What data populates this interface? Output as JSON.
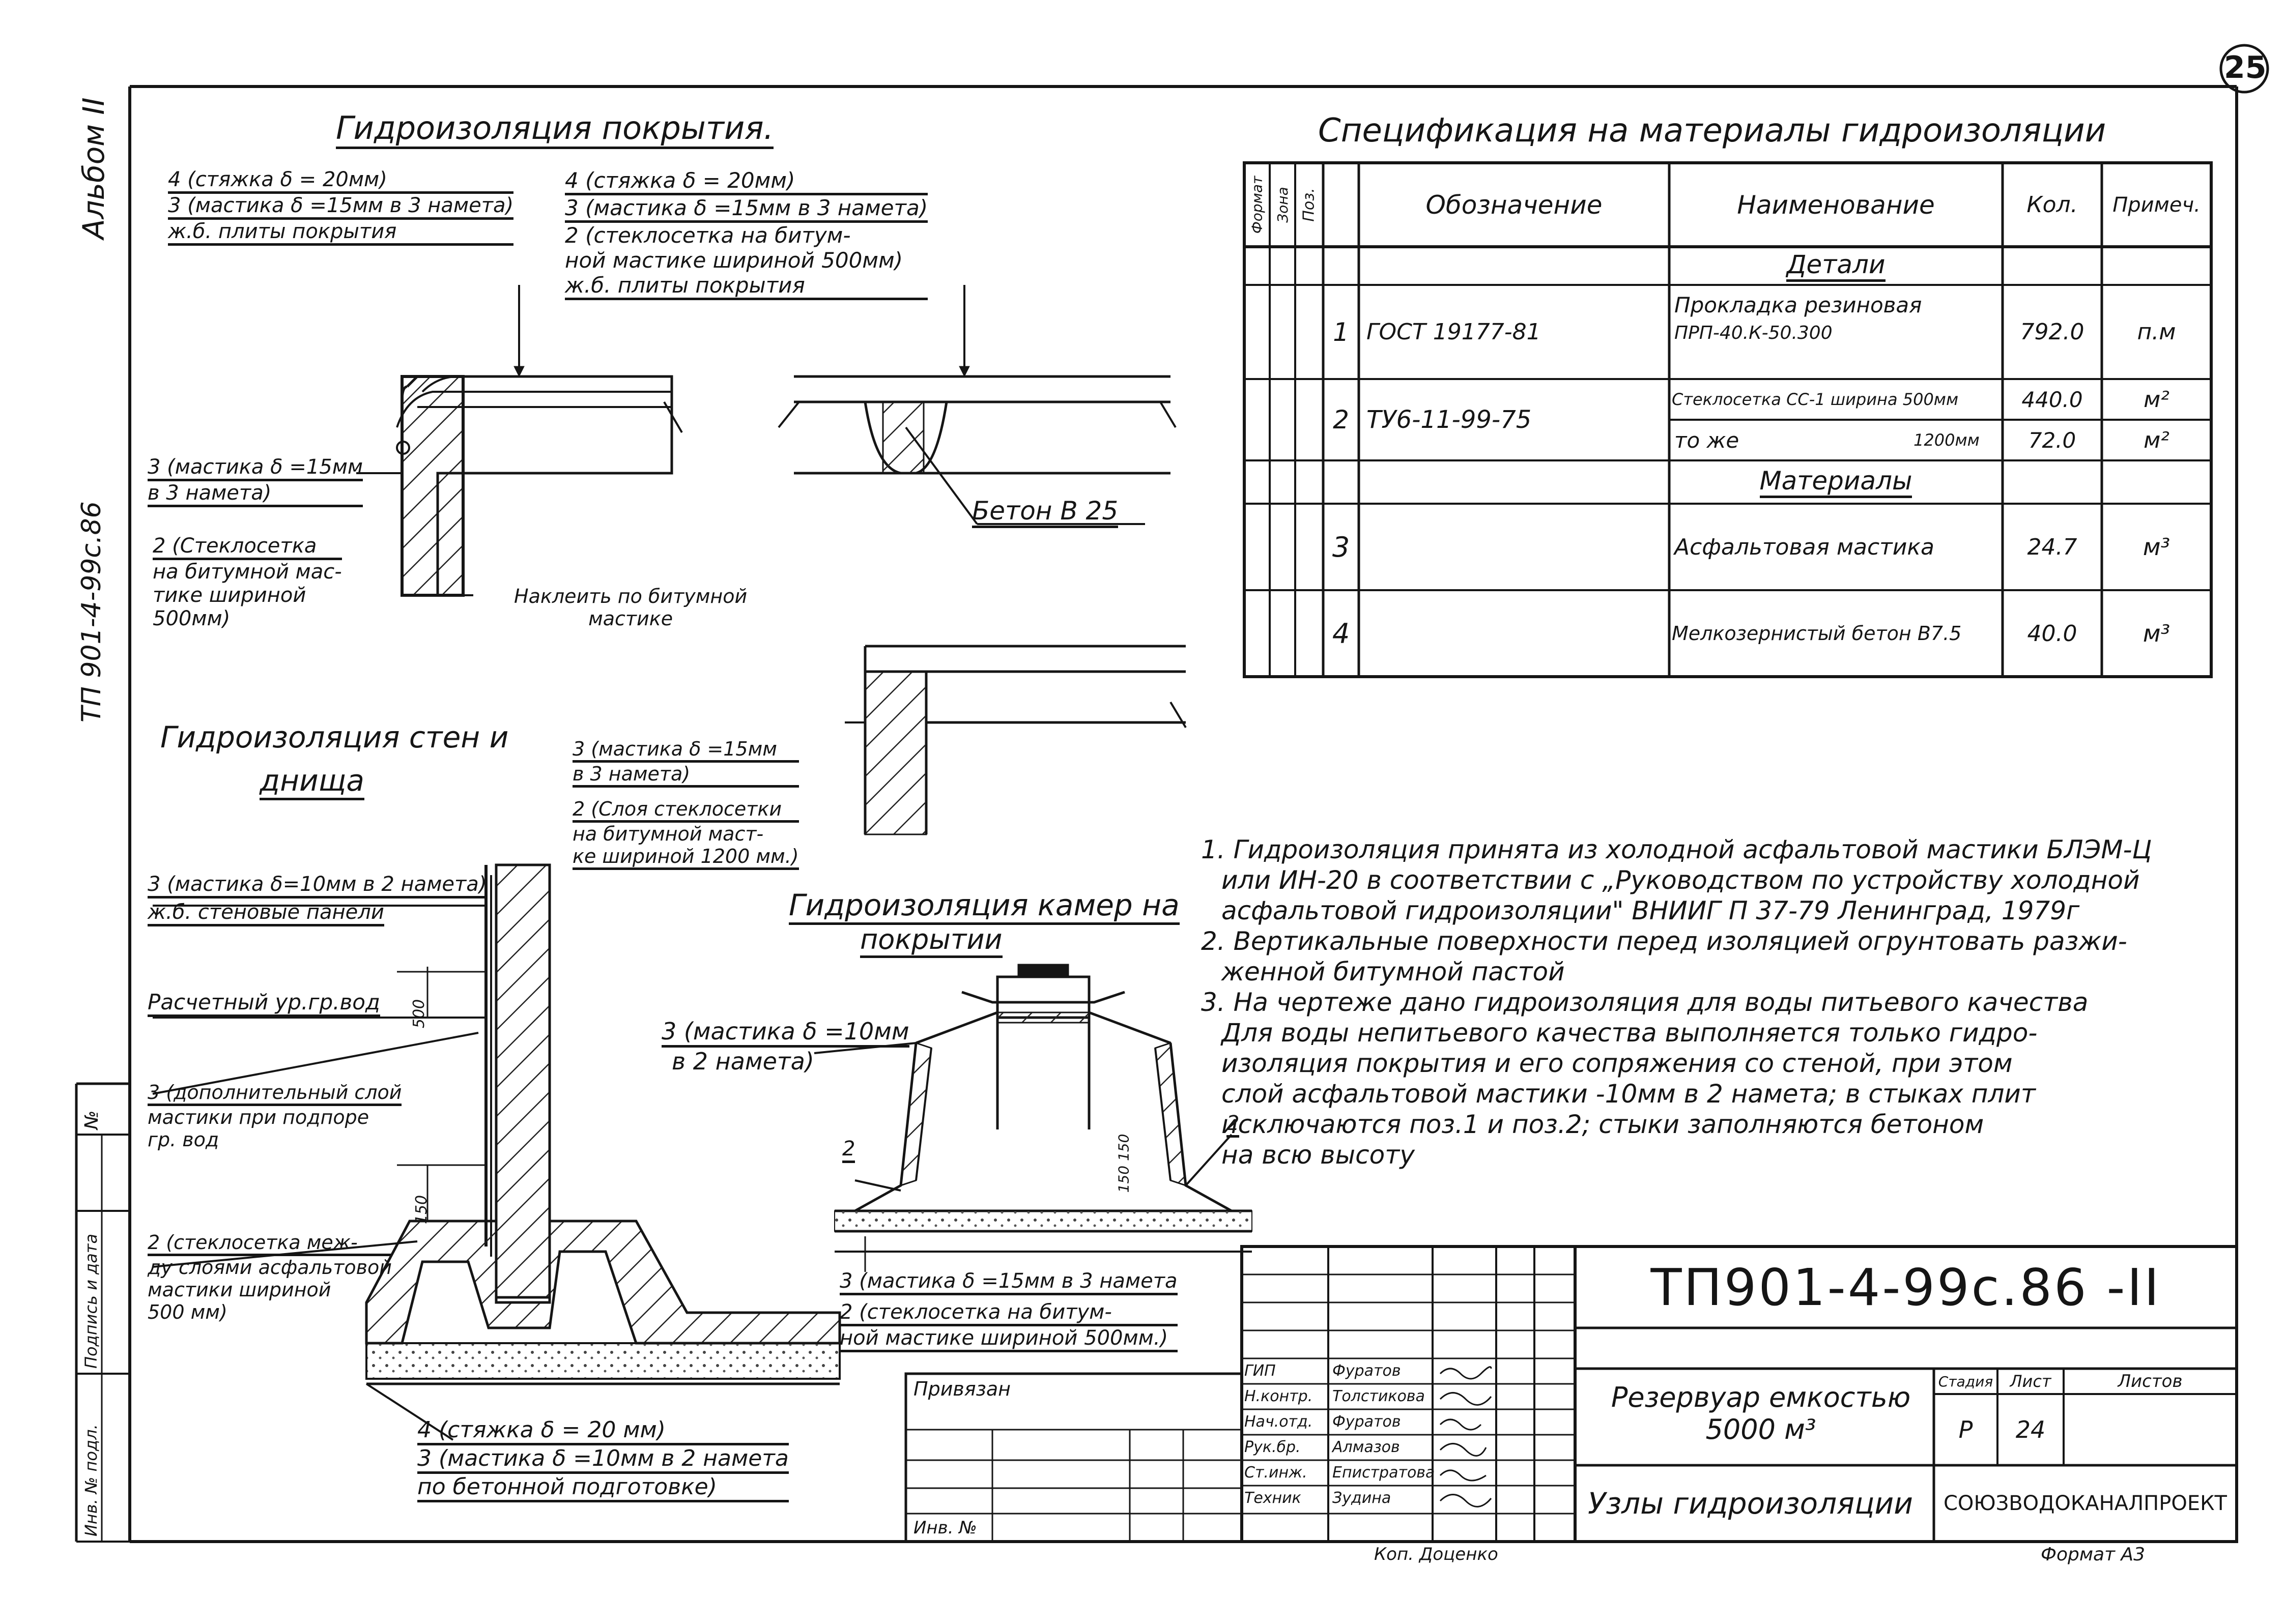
{
  "sheet": {
    "page_number": "25",
    "album": "Альбом II",
    "project_code_side": "ТП 901-4-99с.86",
    "format": "Формат А3",
    "copied_by": "Коп. Доценко"
  },
  "left_strip": {
    "num": "№",
    "sign_date": "Подпись и дата",
    "inv_orig": "Инв. № подл."
  },
  "roof": {
    "title": "Гидроизоляция покрытия.",
    "left_labels": [
      "4 (стяжка δ = 20мм)",
      "3 (мастика δ =15мм в 3 намета)",
      "ж.б. плиты покрытия"
    ],
    "right_labels": [
      "4 (стяжка δ = 20мм)",
      "3 (мастика δ =15мм в 3 намета)",
      "2 (стеклосетка на битум-",
      "ной мастике шириной 500мм)",
      "ж.б. плиты покрытия"
    ],
    "mastic_side": [
      "3 (мастика δ =15мм",
      "в 3 намета)"
    ],
    "mesh_side": [
      "2 (Стеклосетка",
      "на битумной мас-",
      "тике шириной",
      "500мм)"
    ],
    "glue_note": [
      "Наклеить по битумной",
      "мастике"
    ],
    "concrete": "Бетон В 25"
  },
  "walls": {
    "title_line1": "Гидроизоляция стен и",
    "title_line2": "днища",
    "corner_labels": [
      "3 (мастика δ =15мм",
      "в 3 намета)",
      "2 (Слоя стеклосетки",
      "на битумной маст-",
      "ке шириной 1200 мм.)"
    ],
    "label_mastic10": "3 (мастика δ=10мм в 2 намета)",
    "label_panels": "ж.б. стеновые панели",
    "label_water_level": "Расчетный ур.гр.вод",
    "label_extra": [
      "3 (дополнительный слой",
      "мастики при подпоре",
      "гр. вод"
    ],
    "label_mesh": [
      "2 (стеклосетка меж-",
      "ду слоями асфальтовой",
      "мастики шириной",
      "500 мм)"
    ],
    "dim_500": "500",
    "dim_150": "150",
    "bottom_labels": [
      "4 (стяжка δ = 20 мм)",
      "3 (мастика δ =10мм в 2 намета",
      "по бетонной подготовке)"
    ]
  },
  "chambers": {
    "title_line1": "Гидроизоляция камер на",
    "title_line2": "покрытии",
    "label_top": [
      "3 (мастика δ =10мм",
      "в 2 намета)"
    ],
    "mark2": "2",
    "dim": "150 150",
    "bottom_labels": [
      "3 (мастика δ =15мм в 3 намета",
      "2 (стеклосетка на битум-",
      "ной мастике шириной 500мм.)"
    ]
  },
  "spec": {
    "title": "Спецификация на материалы гидроизоляции",
    "headers": {
      "format": "Формат",
      "zone": "Зона",
      "pos": "Поз.",
      "designation": "Обозначение",
      "name": "Наименование",
      "qty": "Кол.",
      "note": "Примеч."
    },
    "section_details": "Детали",
    "section_materials": "Материалы",
    "rows": [
      {
        "pos": "1",
        "designation": "ГОСТ 19177-81",
        "name1": "Прокладка резиновая",
        "name2": "ПРП-40.К-50.300",
        "qty": "792.0",
        "unit": "п.м"
      },
      {
        "pos": "2",
        "designation": "ТУ6-11-99-75",
        "name1": "Стеклосетка СС-1 ширина 500мм",
        "qty": "440.0",
        "unit": "м²"
      },
      {
        "pos": "",
        "designation": "",
        "name1": "то же",
        "name1b": "1200мм",
        "qty": "72.0",
        "unit": "м²"
      },
      {
        "pos": "3",
        "designation": "",
        "name1": "Асфальтовая мастика",
        "qty": "24.7",
        "unit": "м³"
      },
      {
        "pos": "4",
        "designation": "",
        "name1": "Мелкозернистый бетон В7.5",
        "qty": "40.0",
        "unit": "м³"
      }
    ]
  },
  "notes": [
    "1. Гидроизоляция принята из холодной асфальтовой мастики БЛЭМ-Ц",
    "или ИН-20 в соответствии с „Руководством по устройству холодной",
    "асфальтовой гидроизоляции\" ВНИИГ П 37-79 Ленинград, 1979г",
    "2. Вертикальные поверхности перед изоляцией огрунтовать разжи-",
    "женной битумной пастой",
    "3. На чертеже дано гидроизоляция для воды питьевого качества",
    "Для воды непитьевого качества выполняется только гидро-",
    "изоляция покрытия и его сопряжения со стеной, при этом",
    "слой асфальтовой мастики -10мм в 2 намета; в стыках плит",
    "исключаются поз.1 и поз.2; стыки заполняются бетоном",
    "на всю высоту"
  ],
  "title_block": {
    "code": "ТП901-4-99с.86 -II",
    "object_line1": "Резервуар емкостью",
    "object_line2": "5000 м³",
    "sheet_title": "Узлы гидроизоляции",
    "stage_h": "Стадия",
    "sheet_h": "Лист",
    "sheets_h": "Листов",
    "stage": "Р",
    "sheet": "24",
    "org": "СОЮЗВОДОКАНАЛПРОЕКТ",
    "linked": "Привязан",
    "inv": "Инв. №",
    "roles": [
      {
        "role": "ГИП",
        "name": "Фуратов"
      },
      {
        "role": "Н.контр.",
        "name": "Толстикова"
      },
      {
        "role": "Нач.отд.",
        "name": "Фуратов"
      },
      {
        "role": "Рук.бр.",
        "name": "Алмазов"
      },
      {
        "role": "Ст.инж.",
        "name": "Епистратова"
      },
      {
        "role": "Техник",
        "name": "Зудина"
      }
    ]
  }
}
